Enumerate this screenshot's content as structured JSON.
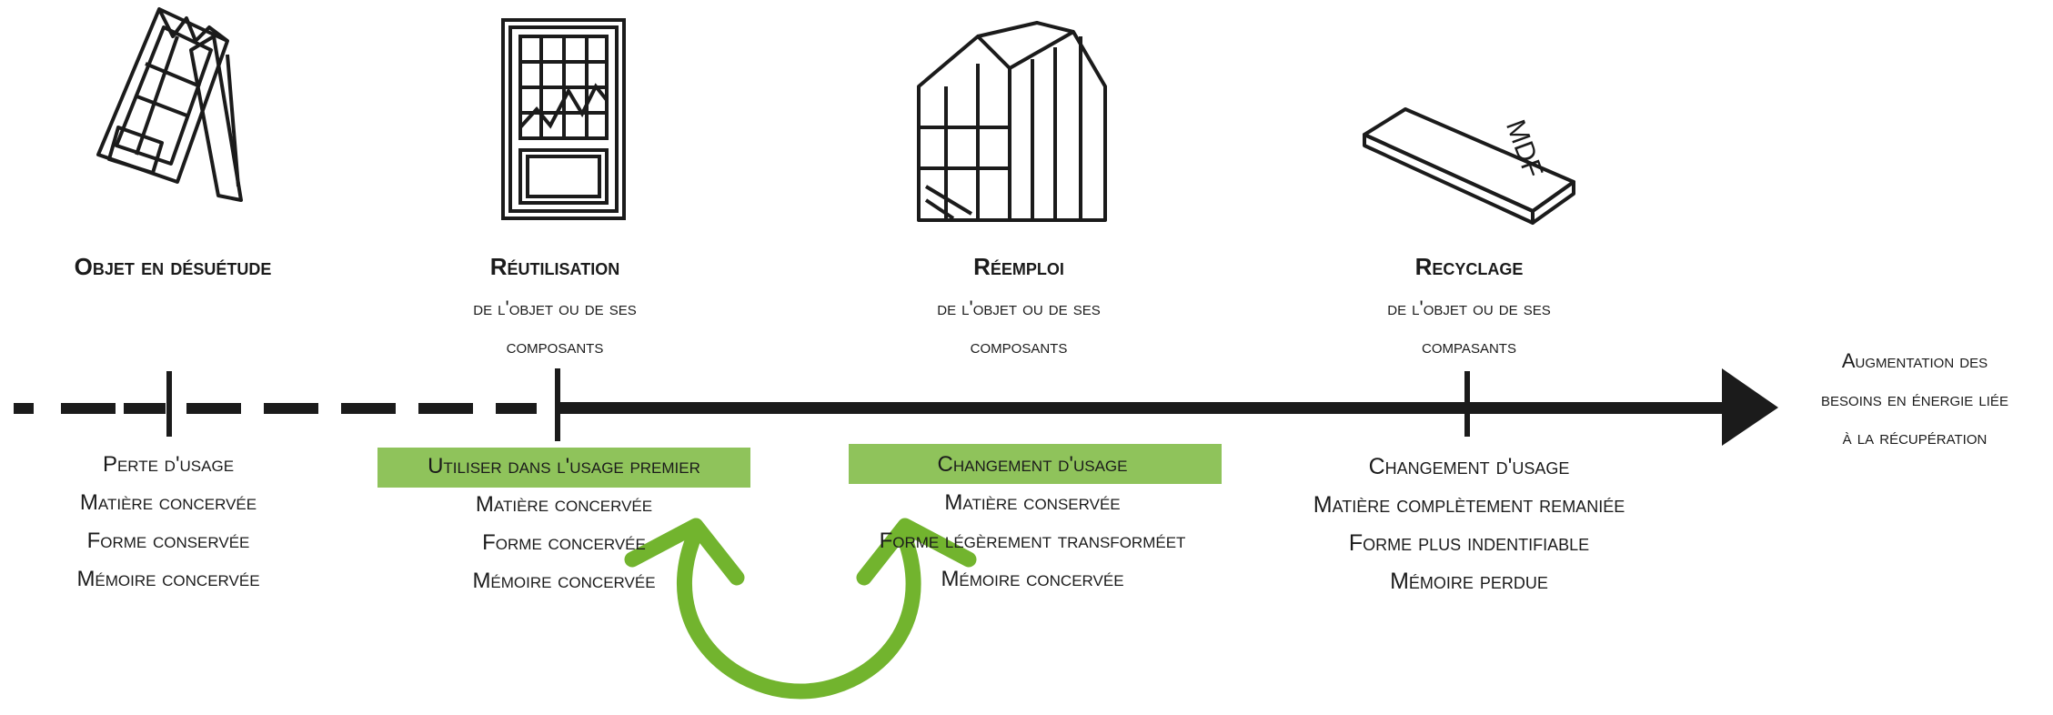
{
  "stages": [
    {
      "title": "Objet en désuétude",
      "subtitle": [],
      "properties": [
        "Perte d'usage",
        "Matière concervée",
        "Forme conservée",
        "Mémoire concervée"
      ]
    },
    {
      "title": "Réutilisation",
      "subtitle": [
        "de l'objet ou de ses",
        "composants"
      ],
      "properties": [
        "Utiliser dans l'usage premier",
        "Matière concervée",
        "Forme concervée",
        "Mémoire concervée"
      ]
    },
    {
      "title": "Réemploi",
      "subtitle": [
        "de l'objet ou de ses",
        "composants"
      ],
      "properties": [
        "Changement d'usage",
        "Matière conservée",
        "Forme légèrement transforméet",
        "Mémoire concervée"
      ]
    },
    {
      "title": "Recyclage",
      "subtitle": [
        "de l'objet ou de ses",
        "compasants"
      ],
      "properties": [
        "Changement d'usage",
        "Matière complètement remaniée",
        "Forme plus indentifiable",
        "Mémoire perdue"
      ]
    }
  ],
  "axis_end_label": [
    "Augmentation des",
    "besoins en énergie liée",
    "à la récupération"
  ],
  "mdf_label": "MDF",
  "colors": {
    "highlight": "#8fc35b",
    "arrow": "#72b42e",
    "line": "#1b1b1b"
  },
  "icons": [
    "collapsed-window-icon",
    "reused-window-icon",
    "greenhouse-icon",
    "mdf-panel-icon",
    "cycle-arrow-icon"
  ]
}
